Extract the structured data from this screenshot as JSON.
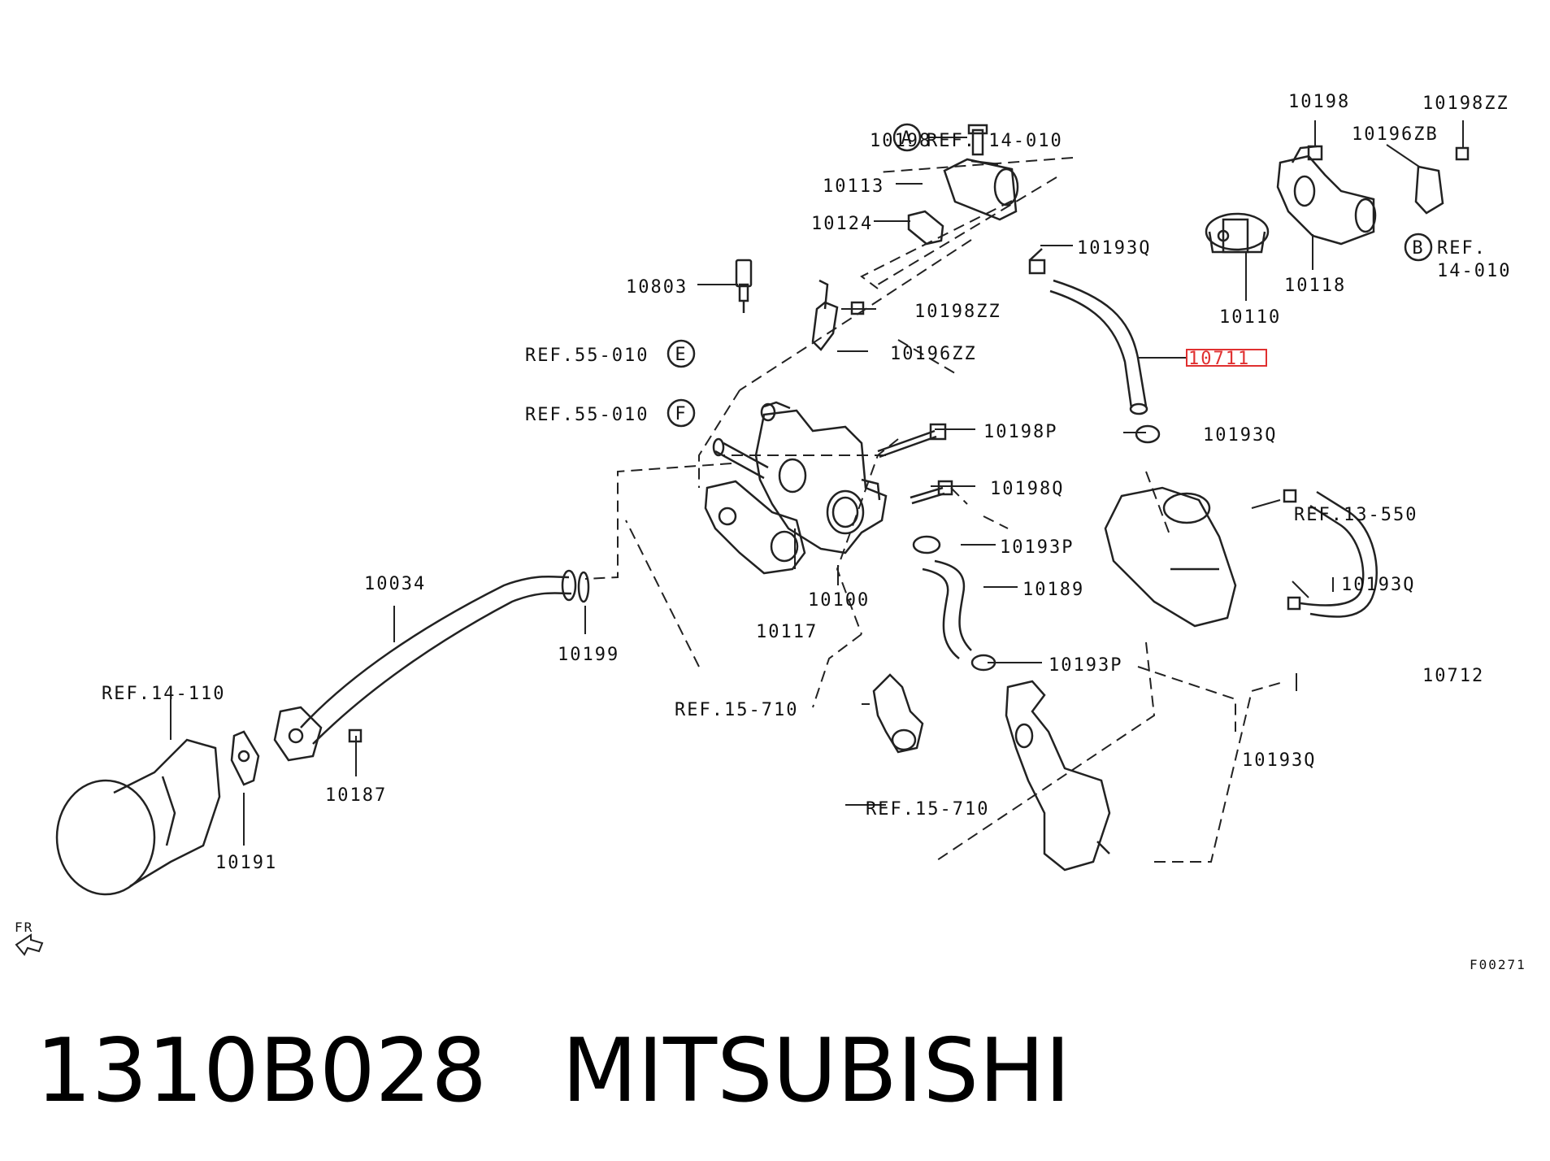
{
  "diagram": {
    "parts": [
      "10198",
      "10113",
      "10124",
      "10803",
      "10198ZZ",
      "10196ZZ",
      "10193Q",
      "10711",
      "10193Q",
      "10198P",
      "10198Q",
      "10193P",
      "10189",
      "10193P",
      "10100",
      "10117",
      "10034",
      "10199",
      "10187",
      "10191",
      "10198",
      "10198ZZ",
      "10196ZB",
      "10118",
      "10110",
      "10193Q",
      "10712",
      "10193Q"
    ],
    "refs": {
      "ref_a": "REF. 14-010",
      "ref_b_line1": "REF.",
      "ref_b_line2": "14-010",
      "ref_e": "REF.55-010",
      "ref_f": "REF.55-010",
      "ref_13550": "REF.13-550",
      "ref_14110": "REF.14-110",
      "ref_15710_a": "REF.15-710",
      "ref_15710_b": "REF.15-710"
    },
    "circles": {
      "a": "A",
      "b": "B",
      "e": "E",
      "f": "F"
    },
    "fr": "FR",
    "code": "F00271",
    "highlight_color": "#e03030"
  },
  "caption": {
    "part_number": "1310B028",
    "brand": "MITSUBISHI"
  }
}
